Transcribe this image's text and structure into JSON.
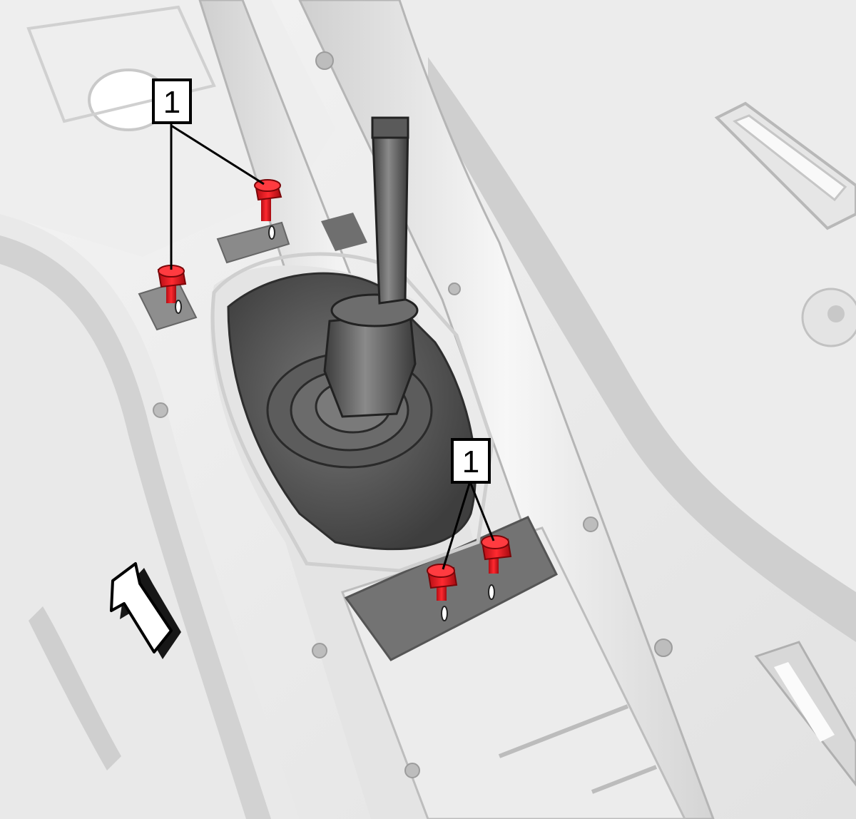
{
  "diagram": {
    "callouts": [
      {
        "label": "1",
        "target": "front-bolts"
      },
      {
        "label": "1",
        "target": "rear-bolts"
      }
    ],
    "direction_arrow": {
      "meaning": "vehicle-front",
      "icon": "hollow-arrow-icon"
    },
    "colors": {
      "bolt": "#e8121b",
      "bolt_shadow": "#9c0a10",
      "panel_light": "#f2f2f2",
      "panel_mid": "#d9d9d9",
      "panel_dark": "#a6a6a6",
      "mount_dark": "#4a4a4a",
      "bracket_gray": "#7a7a7a",
      "line": "#000000"
    }
  }
}
